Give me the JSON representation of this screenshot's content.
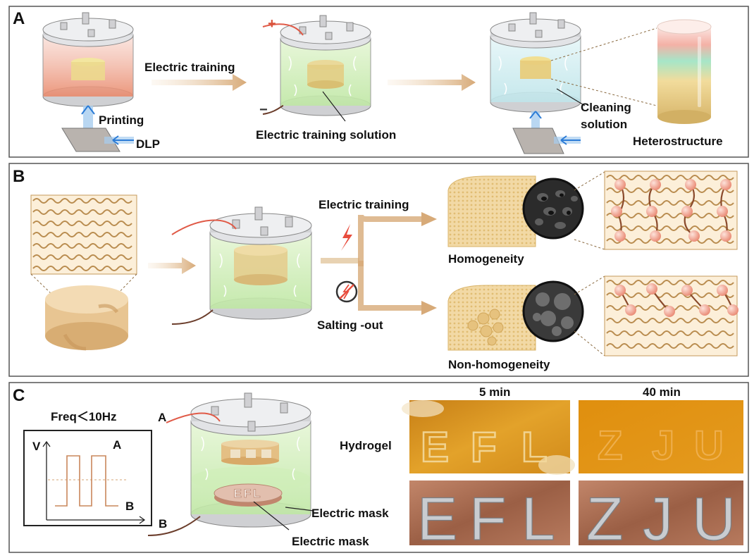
{
  "panels": {
    "a": {
      "letter": "A",
      "electric_training": "Electric training",
      "printing": "Printing",
      "dlp": "DLP",
      "plus": "+",
      "minus": "−",
      "electric_training_solution": "Electric training solution",
      "cleaning_line1": "Cleaning",
      "cleaning_line2": "solution",
      "heterostructure": "Heterostructure"
    },
    "b": {
      "letter": "B",
      "electric_training": "Electric training",
      "salting_out": "Salting -out",
      "homogeneity": "Homogeneity",
      "non_homogeneity": "Non-homogeneity"
    },
    "c": {
      "letter": "C",
      "freq": "Freq＜10Hz",
      "wire_a": "A",
      "wire_b": "B",
      "graph_v": "V",
      "graph_a": "A",
      "graph_b": "B",
      "mask_text": "EFL",
      "electric_mask_mid": "Electric mask",
      "electric_mask_bottom": "Electric mask",
      "hydrogel": "Hydrogel",
      "time_5": "5 min",
      "time_40": "40 min",
      "letters_5": [
        "E",
        "F",
        "L"
      ],
      "letters_40": [
        "Z",
        "J",
        "U"
      ]
    }
  },
  "colors": {
    "frame": "#555555",
    "arrow": "#d7aa78",
    "bead": "#ef9a88",
    "fiber": "#c59a5a",
    "copper": "#a8694a",
    "hydrogel": "#d9951f"
  }
}
